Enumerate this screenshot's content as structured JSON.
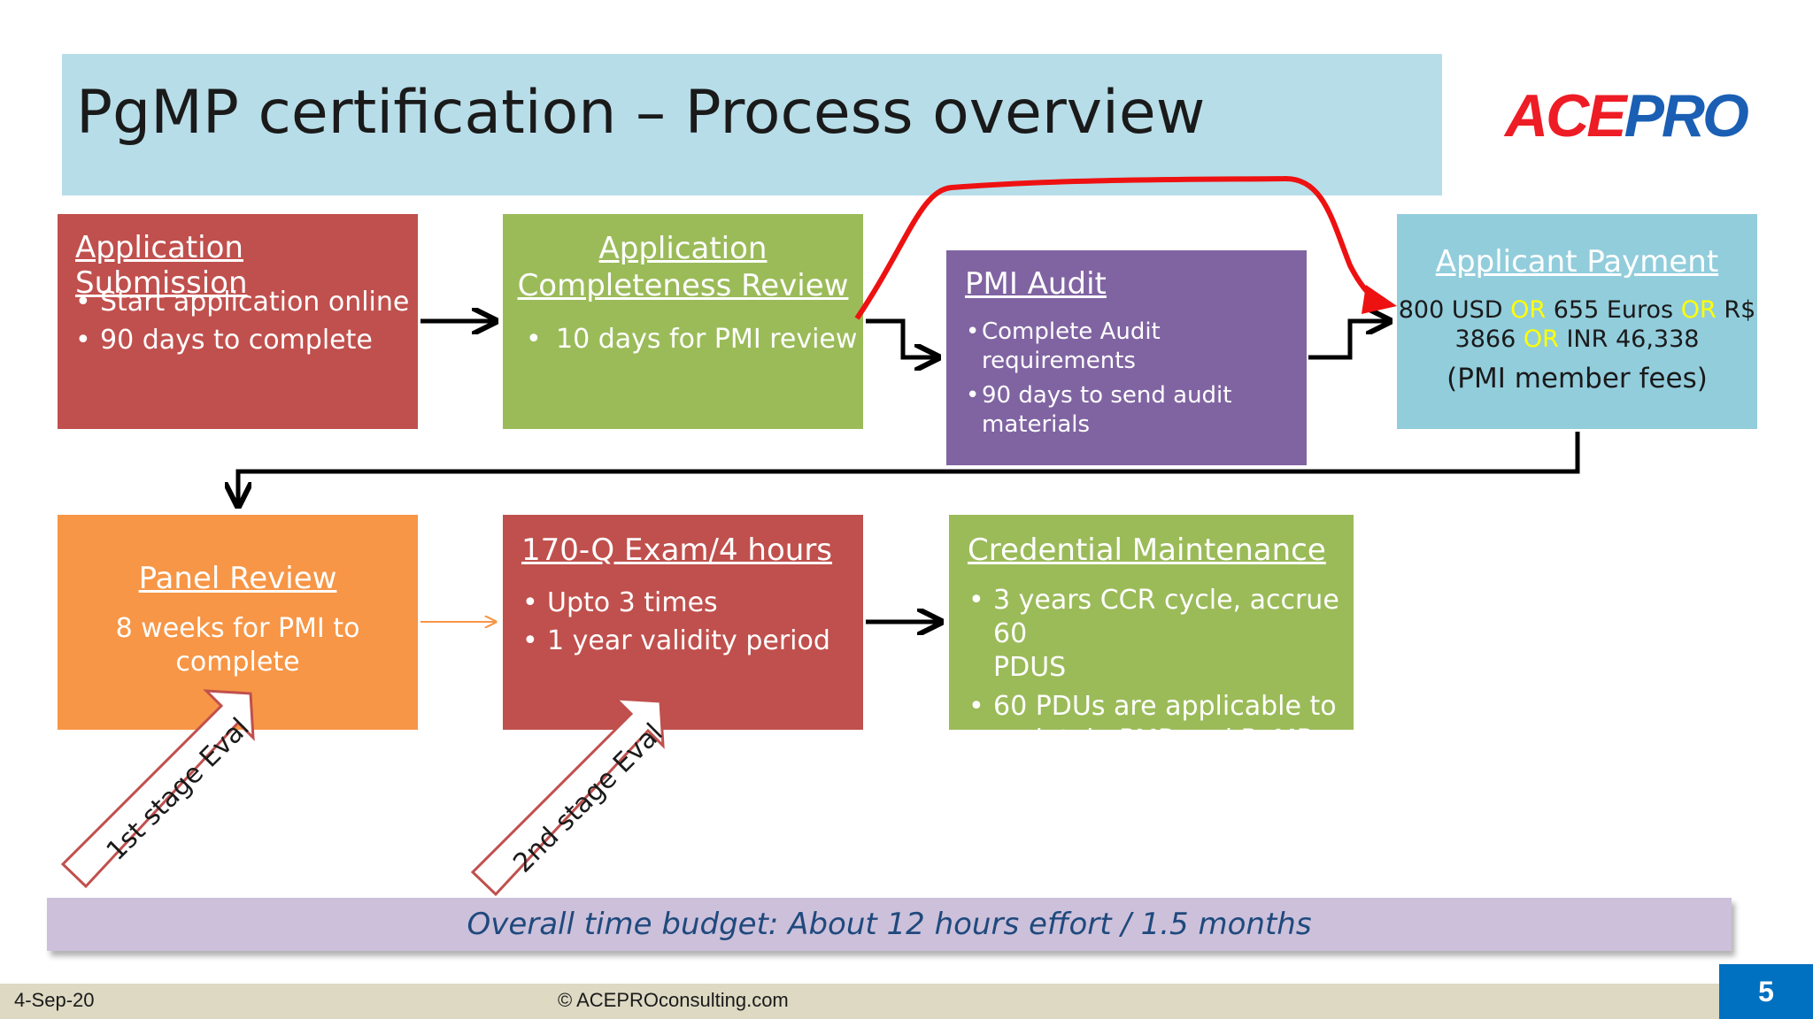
{
  "title": "PgMP certification – Process overview",
  "logo": {
    "part1": "ACE",
    "part2": "PRO"
  },
  "steps": {
    "submission": {
      "title": "Application Submission",
      "bullets": [
        "Start application online",
        "90 days to complete"
      ]
    },
    "completeness": {
      "title_line1": "Application",
      "title_line2": "Completeness Review",
      "bullets": [
        "10 days for PMI review"
      ]
    },
    "audit": {
      "title": "PMI Audit",
      "bullets": [
        [
          "Complete Audit",
          "requirements"
        ],
        [
          "90 days to send audit",
          "materials"
        ]
      ]
    },
    "payment": {
      "title": "Applicant Payment",
      "amount": {
        "a": "800 USD",
        "or": "OR",
        "b": "655 Euros",
        "c": "R$",
        "d": "3866",
        "e": "INR 46,338"
      },
      "fees": "(PMI member fees)"
    },
    "panel": {
      "title": "Panel Review",
      "text_line1": "8 weeks for PMI to",
      "text_line2": "complete"
    },
    "exam": {
      "title": "170-Q Exam/4 hours",
      "bullets": [
        "Upto 3 times",
        "1 year validity period"
      ]
    },
    "maintenance": {
      "title": "Credential Maintenance",
      "bullets": [
        [
          "3 years CCR cycle, accrue 60",
          "PDUS"
        ],
        [
          "60 PDUs are applicable to",
          "maintain PMP and PgMP"
        ]
      ]
    }
  },
  "stages": {
    "first": "1st stage Eval",
    "second": "2nd stage Eval"
  },
  "budget": "Overall time budget:  About 12 hours effort / 1.5 months",
  "footer": {
    "date": "4-Sep-20",
    "copyright": "© ACEPROconsulting.com",
    "page": "5"
  },
  "colors": {
    "title_bg": "#b7dde8",
    "red": "#c0504d",
    "green": "#9bbb59",
    "purple": "#8064a2",
    "blue": "#92cddc",
    "orange": "#f79646",
    "budget_bg": "#ccc0da",
    "highlight_arrow": "#ee1111"
  }
}
